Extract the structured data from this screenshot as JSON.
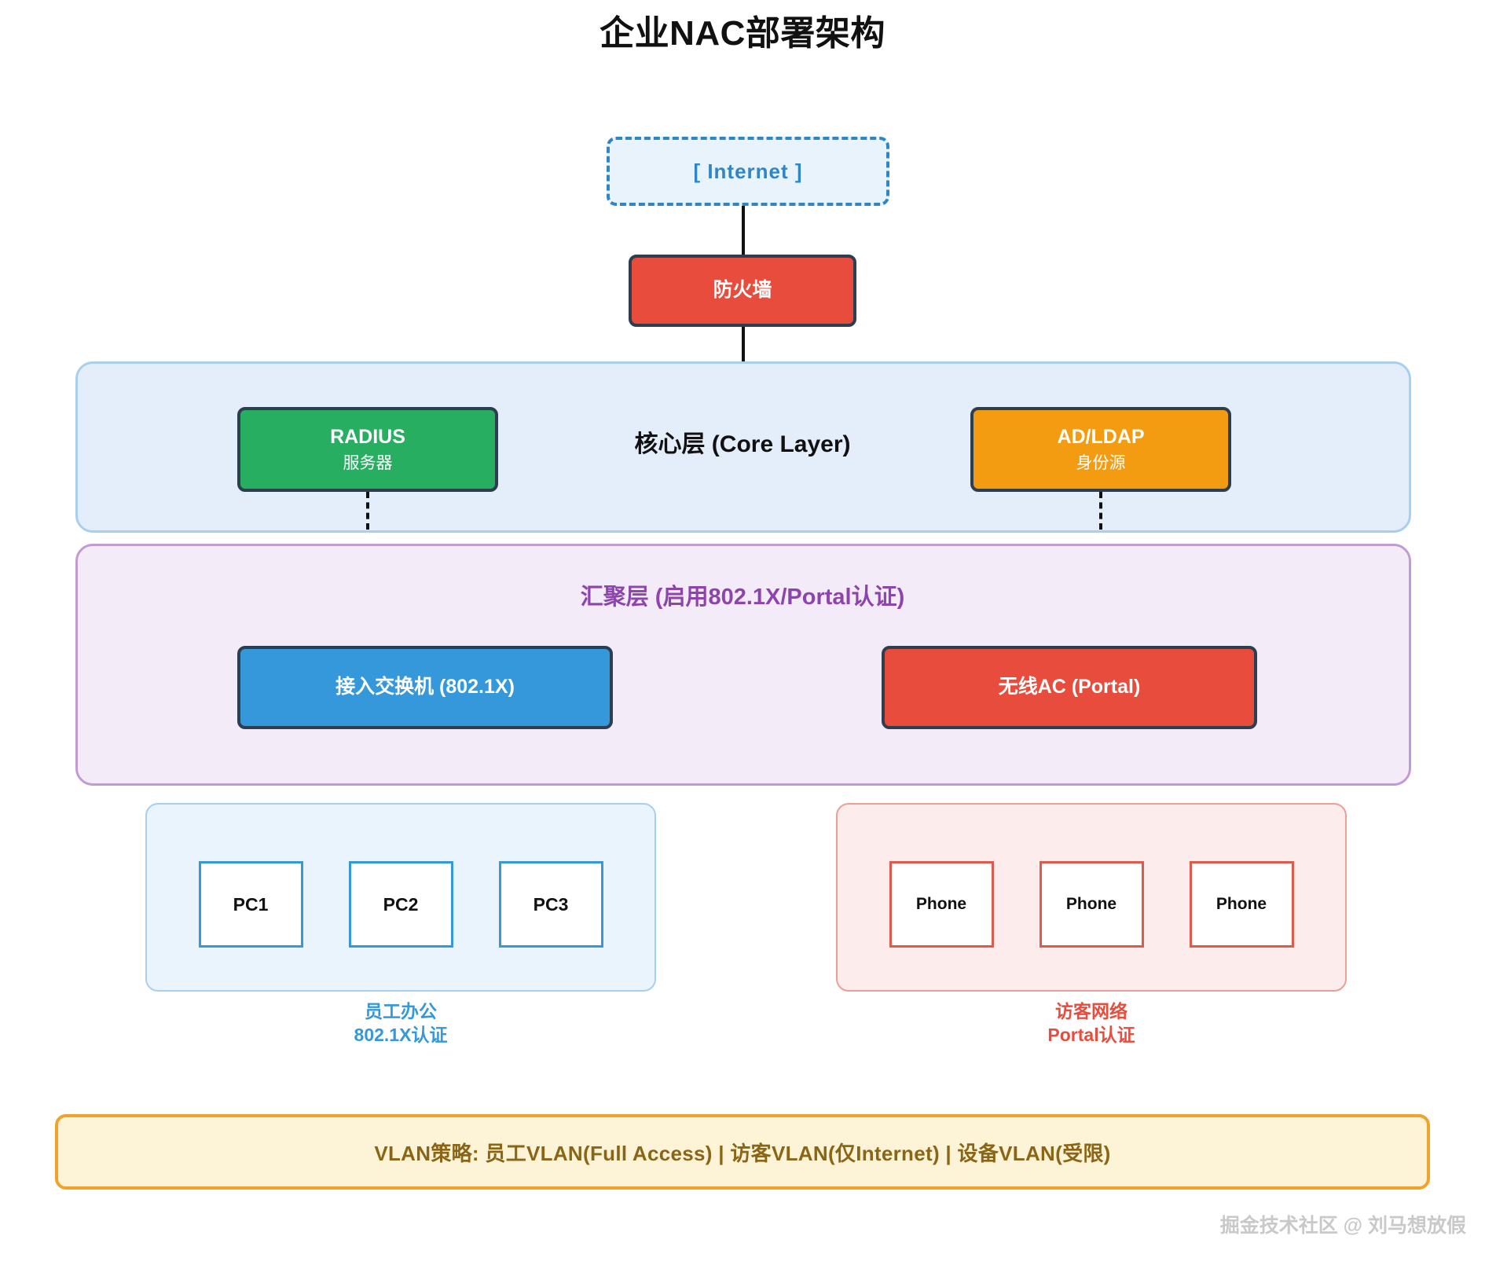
{
  "page": {
    "title": "企业NAC部署架构",
    "watermark": "掘金技术社区 @ 刘马想放假"
  },
  "internet": {
    "label": "[ Internet ]"
  },
  "firewall": {
    "title": "防火墙"
  },
  "core_layer": {
    "label": "核心层 (Core Layer)",
    "nodes": [
      {
        "title": "RADIUS",
        "sub": "服务器",
        "color": "#27ae60"
      },
      {
        "title": "AD/LDAP",
        "sub": "身份源",
        "color": "#f39c12"
      }
    ]
  },
  "aggregation_layer": {
    "label": "汇聚层 (启用802.1X/Portal认证)",
    "nodes": [
      {
        "title": "接入交换机 (802.1X)",
        "color": "#3498db"
      },
      {
        "title": "无线AC (Portal)",
        "color": "#e74c3c"
      }
    ]
  },
  "employee_group": {
    "endpoints": [
      "PC1",
      "PC2",
      "PC3"
    ],
    "caption_line1": "员工办公",
    "caption_line2": "802.1X认证",
    "color": "#3498db"
  },
  "guest_group": {
    "endpoints": [
      "Phone",
      "Phone",
      "Phone"
    ],
    "caption_line1": "访客网络",
    "caption_line2": "Portal认证",
    "color": "#e74c3c"
  },
  "vlan_policy": {
    "text": "VLAN策略: 员工VLAN(Full Access) | 访客VLAN(仅Internet) | 设备VLAN(受限)",
    "color": "#8a6516"
  }
}
